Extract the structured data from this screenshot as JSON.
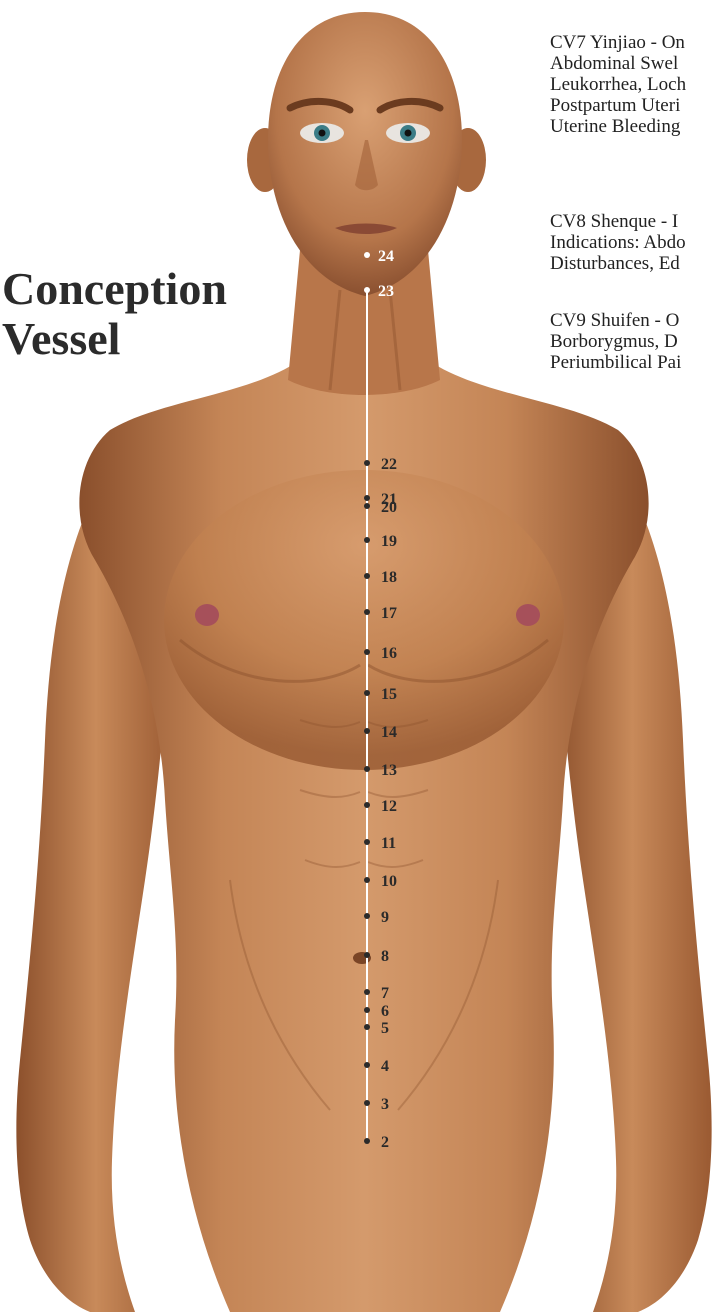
{
  "title": {
    "line1": "Conception",
    "line2": "Vessel"
  },
  "descriptions": [
    {
      "lines": [
        "CV7 Yinjiao - On",
        "Abdominal Swel",
        "Leukorrhea, Loch",
        "Postpartum Uteri",
        "Uterine Bleeding"
      ]
    },
    {
      "lines": [
        "CV8 Shenque - I",
        "Indications: Abdo",
        "Disturbances, Ed"
      ]
    },
    {
      "lines": [
        "CV9 Shuifen - O",
        "Borborygmus, D",
        "Periumbilical Pai"
      ]
    }
  ],
  "points": [
    {
      "id": "24",
      "color": "#ffffff"
    },
    {
      "id": "23",
      "color": "#ffffff"
    },
    {
      "id": "22",
      "color": "#2a2a2a"
    },
    {
      "id": "21",
      "color": "#2a2a2a"
    },
    {
      "id": "20",
      "color": "#2a2a2a"
    },
    {
      "id": "19",
      "color": "#2a2a2a"
    },
    {
      "id": "18",
      "color": "#2a2a2a"
    },
    {
      "id": "17",
      "color": "#2a2a2a"
    },
    {
      "id": "16",
      "color": "#2a2a2a"
    },
    {
      "id": "15",
      "color": "#2a2a2a"
    },
    {
      "id": "14",
      "color": "#2a2a2a"
    },
    {
      "id": "13",
      "color": "#2a2a2a"
    },
    {
      "id": "12",
      "color": "#2a2a2a"
    },
    {
      "id": "11",
      "color": "#2a2a2a"
    },
    {
      "id": "10",
      "color": "#2a2a2a"
    },
    {
      "id": "9",
      "color": "#2a2a2a"
    },
    {
      "id": "8",
      "color": "#2a2a2a"
    },
    {
      "id": "7",
      "color": "#2a2a2a"
    },
    {
      "id": "6",
      "color": "#2a2a2a"
    },
    {
      "id": "5",
      "color": "#2a2a2a"
    },
    {
      "id": "4",
      "color": "#2a2a2a"
    },
    {
      "id": "3",
      "color": "#2a2a2a"
    },
    {
      "id": "2",
      "color": "#2a2a2a"
    }
  ],
  "colors": {
    "skin_light": "#d69a6e",
    "skin_mid": "#b8764a",
    "skin_dark": "#7a4526",
    "meridian_line": "#ffffff",
    "nipple": "#a6505a",
    "eye_iris": "#3b7c86"
  }
}
